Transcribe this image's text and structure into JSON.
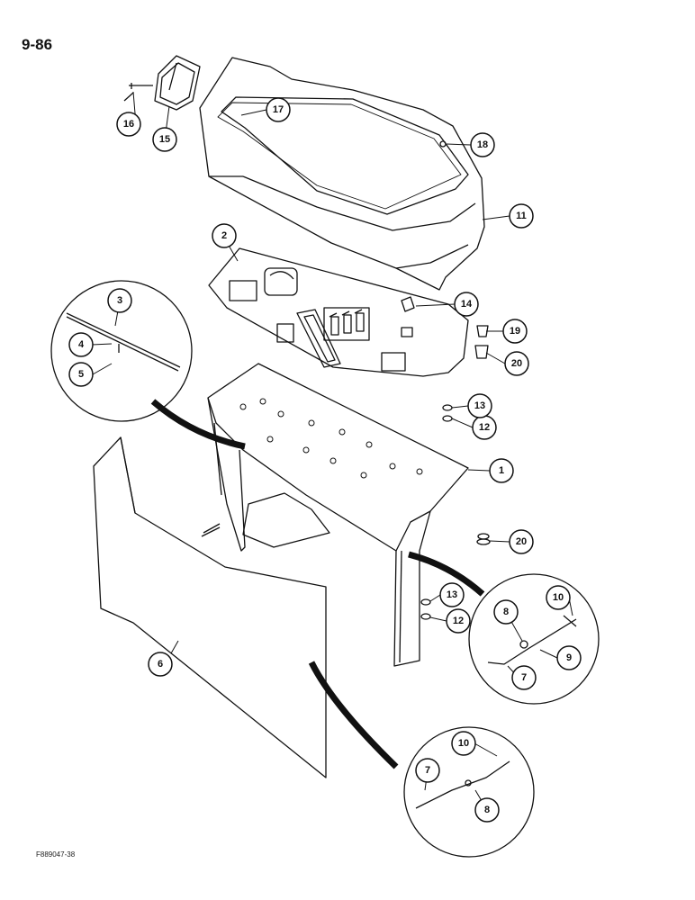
{
  "page_number": "9-86",
  "figure_code": "F889047-38",
  "callouts": [
    {
      "id": "c1",
      "label": "1"
    },
    {
      "id": "c2",
      "label": "2"
    },
    {
      "id": "c3",
      "label": "3"
    },
    {
      "id": "c4",
      "label": "4"
    },
    {
      "id": "c5",
      "label": "5"
    },
    {
      "id": "c6",
      "label": "6"
    },
    {
      "id": "c7a",
      "label": "7"
    },
    {
      "id": "c7b",
      "label": "7"
    },
    {
      "id": "c8a",
      "label": "8"
    },
    {
      "id": "c8b",
      "label": "8"
    },
    {
      "id": "c9",
      "label": "9"
    },
    {
      "id": "c10a",
      "label": "10"
    },
    {
      "id": "c10b",
      "label": "10"
    },
    {
      "id": "c11",
      "label": "11"
    },
    {
      "id": "c12a",
      "label": "12"
    },
    {
      "id": "c12b",
      "label": "12"
    },
    {
      "id": "c13a",
      "label": "13"
    },
    {
      "id": "c13b",
      "label": "13"
    },
    {
      "id": "c14",
      "label": "14"
    },
    {
      "id": "c15",
      "label": "15"
    },
    {
      "id": "c16",
      "label": "16"
    },
    {
      "id": "c17",
      "label": "17"
    },
    {
      "id": "c18",
      "label": "18"
    },
    {
      "id": "c19",
      "label": "19"
    },
    {
      "id": "c20a",
      "label": "20"
    },
    {
      "id": "c20b",
      "label": "20"
    }
  ]
}
